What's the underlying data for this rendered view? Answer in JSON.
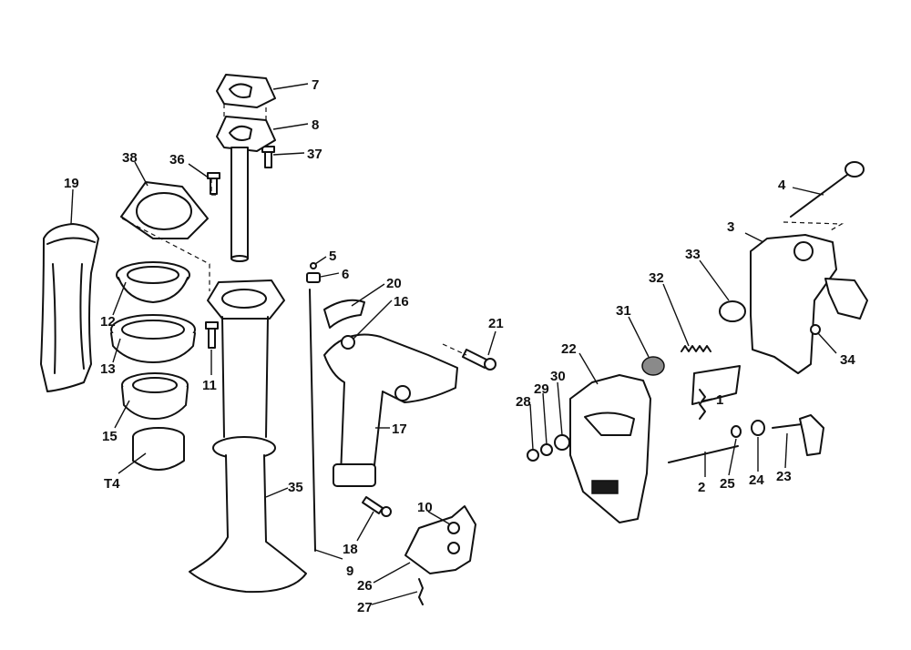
{
  "diagram": {
    "type": "exploded-parts-diagram",
    "callouts": {
      "c1": "1",
      "c2": "2",
      "c3": "3",
      "c4": "4",
      "c5": "5",
      "c6": "6",
      "c7": "7",
      "c8": "8",
      "c9": "9",
      "c10": "10",
      "c11": "11",
      "c12": "12",
      "c13": "13",
      "c14": "T4",
      "c15": "15",
      "c16": "16",
      "c17": "17",
      "c18": "18",
      "c19": "19",
      "c20": "20",
      "c21": "21",
      "c22": "22",
      "c23": "23",
      "c24": "24",
      "c25": "25",
      "c26": "26",
      "c27": "27",
      "c28": "28",
      "c29": "29",
      "c30": "30",
      "c31": "31",
      "c32": "32",
      "c33": "33",
      "c34": "34",
      "c35": "35",
      "c36": "36",
      "c37": "37",
      "c38": "38"
    }
  }
}
